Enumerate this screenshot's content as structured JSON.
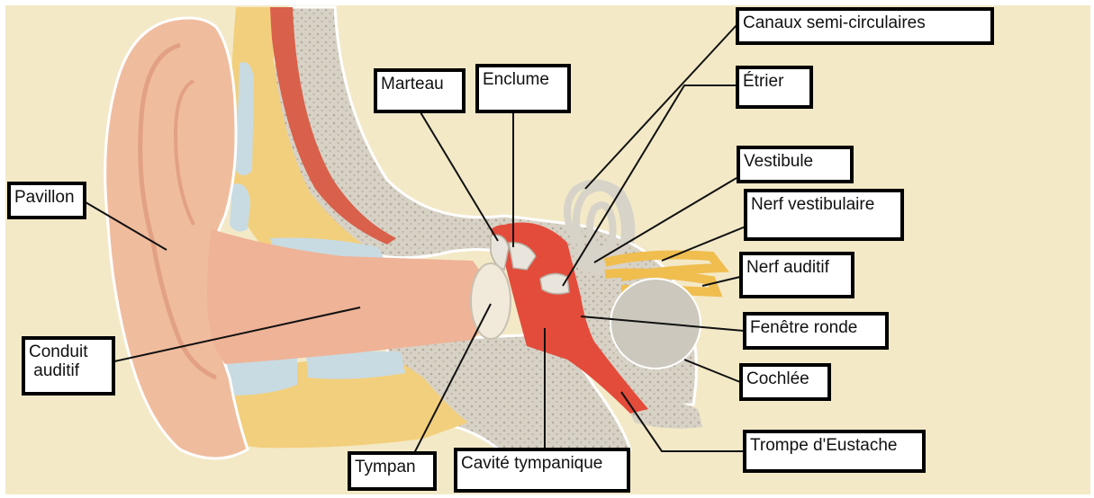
{
  "diagram": {
    "labels": {
      "pavillon": "Pavillon",
      "conduit_auditif": "Conduit\n auditif",
      "marteau": "Marteau",
      "enclume": "Enclume",
      "canaux_semi_circulaires": "Canaux semi-circulaires",
      "etrier": "Étrier",
      "vestibule": "Vestibule",
      "nerf_vestibulaire": "Nerf vestibulaire",
      "nerf_auditif": "Nerf auditif",
      "fenetre_ronde": "Fenêtre ronde",
      "cochlee": "Cochlée",
      "trompe_eustache": "Trompe d'Eustache",
      "tympan": "Tympan",
      "cavite_tympanique": "Cavité tympanique"
    },
    "colors": {
      "background": "#f3e9c7",
      "skin": "#f0bc9e",
      "skin_shadow": "#e2a184",
      "canal": "#efb397",
      "bone": "#d6d0c4",
      "bone_dots": "#b5ae9f",
      "cartilage": "#f2cf7c",
      "blue_tissue": "#c8dbe3",
      "red_tissue": "#e34b3b",
      "nerve": "#f0bd4f",
      "cochlea": "#ccc8bd",
      "label_border": "#000000",
      "leader_line": "#111111"
    }
  }
}
